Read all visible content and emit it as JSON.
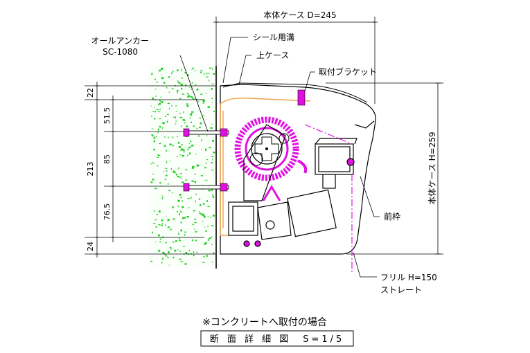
{
  "colors": {
    "line": "#000000",
    "concrete_speck": "#22cc22",
    "mechanism": "#e010e0",
    "bracket": "#f0a040",
    "casing_fill": "#ffffff"
  },
  "dimensions": {
    "body_depth": "本体ケース D=245",
    "body_height": "本体ケース H=259",
    "wall_top": "22",
    "seg1": "51.5",
    "seg2": "85",
    "seg3": "76.5",
    "wall_total": "213",
    "wall_bottom": "24"
  },
  "labels": {
    "anchor_line1": "オールアンカー",
    "anchor_line2": "SC-1080",
    "seal_groove": "シール用溝",
    "upper_case": "上ケース",
    "bracket": "取付ブラケット",
    "front_frame": "前枠",
    "frill_line1": "フリル H=150",
    "frill_line2": "ストレート"
  },
  "caption": {
    "title": "※コンクリートへ取付の場合",
    "subtitle": "断 面 詳 細 図　S=1/5"
  }
}
